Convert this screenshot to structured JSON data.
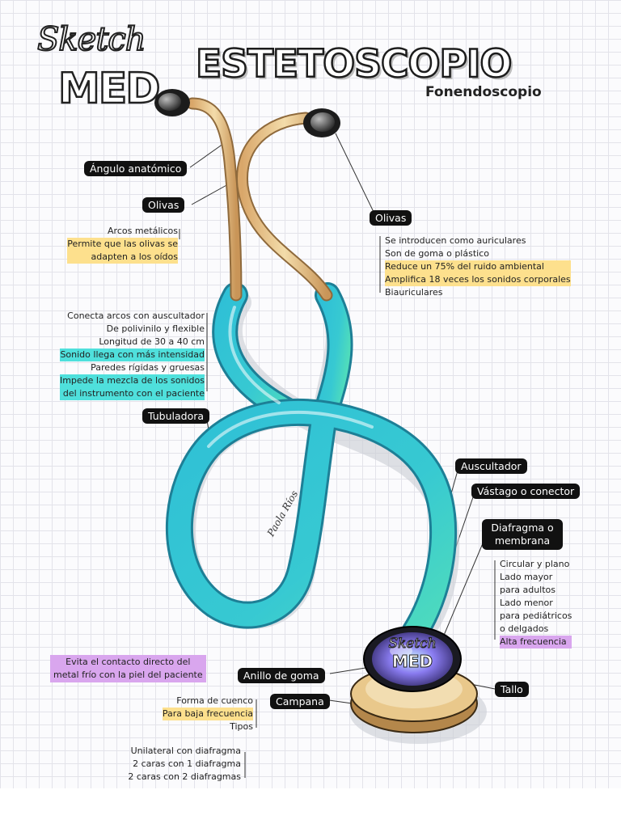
{
  "logo": {
    "script_text": "Sketch",
    "block_text": "MED"
  },
  "title": "ESTETOSCOPIO",
  "subtitle": "Fonendoscopio",
  "labels": {
    "angulo": "Ángulo anatómico",
    "olivas_left": "Olivas",
    "olivas_right": "Olivas",
    "tubuladora": "Tubuladora",
    "auscultador": "Auscultador",
    "vastago": "Vástago o conector",
    "diafragma": "Diafragma o membrana",
    "anillo": "Anillo de goma",
    "campana": "Campana",
    "tallo": "Tallo"
  },
  "notes": {
    "arcos": [
      "Arcos metálicos",
      "Permite que las olivas se",
      "adapten a los oídos"
    ],
    "olivas_right": [
      "Se introducen como auriculares",
      "Son de goma o plástico",
      "Reduce un 75% del ruido ambiental",
      "Amplifica 18 veces los sonidos corporales",
      "Biauriculares"
    ],
    "tubuladora": [
      "Conecta arcos con auscultador",
      "De polivinilo y flexible",
      "Longitud de 30 a 40 cm",
      "Sonido llega con más intensidad",
      "Paredes rígidas y gruesas",
      "Impede la mezcla de los sonidos",
      "del instrumento con el paciente"
    ],
    "diafragma": [
      "Circular y plano",
      "Lado mayor",
      "para adultos",
      "Lado menor",
      "para pediátricos",
      "o delgados",
      "Alta frecuencia"
    ],
    "anillo": [
      "Evita el contacto directo del",
      "metal frío con la piel del paciente"
    ],
    "campana": [
      "Forma de cuenco",
      "Para baja frecuencia",
      "Tipos"
    ],
    "tipos": [
      "Unilateral con diafragma",
      "2 caras con 1 diafragma",
      "2 caras con 2 diafragmas"
    ]
  },
  "chestpiece_logo": {
    "script_text": "Sketch",
    "block_text": "MED"
  },
  "signature": "Paola Ríos",
  "colors": {
    "tube": "#3fc6d8",
    "tube_dark": "#1a9bb5",
    "metal": "#e9c88b",
    "highlight": "#fde08d",
    "teal": "#4fe0dc",
    "purple": "#d9a6ee",
    "tag": "#111111"
  }
}
